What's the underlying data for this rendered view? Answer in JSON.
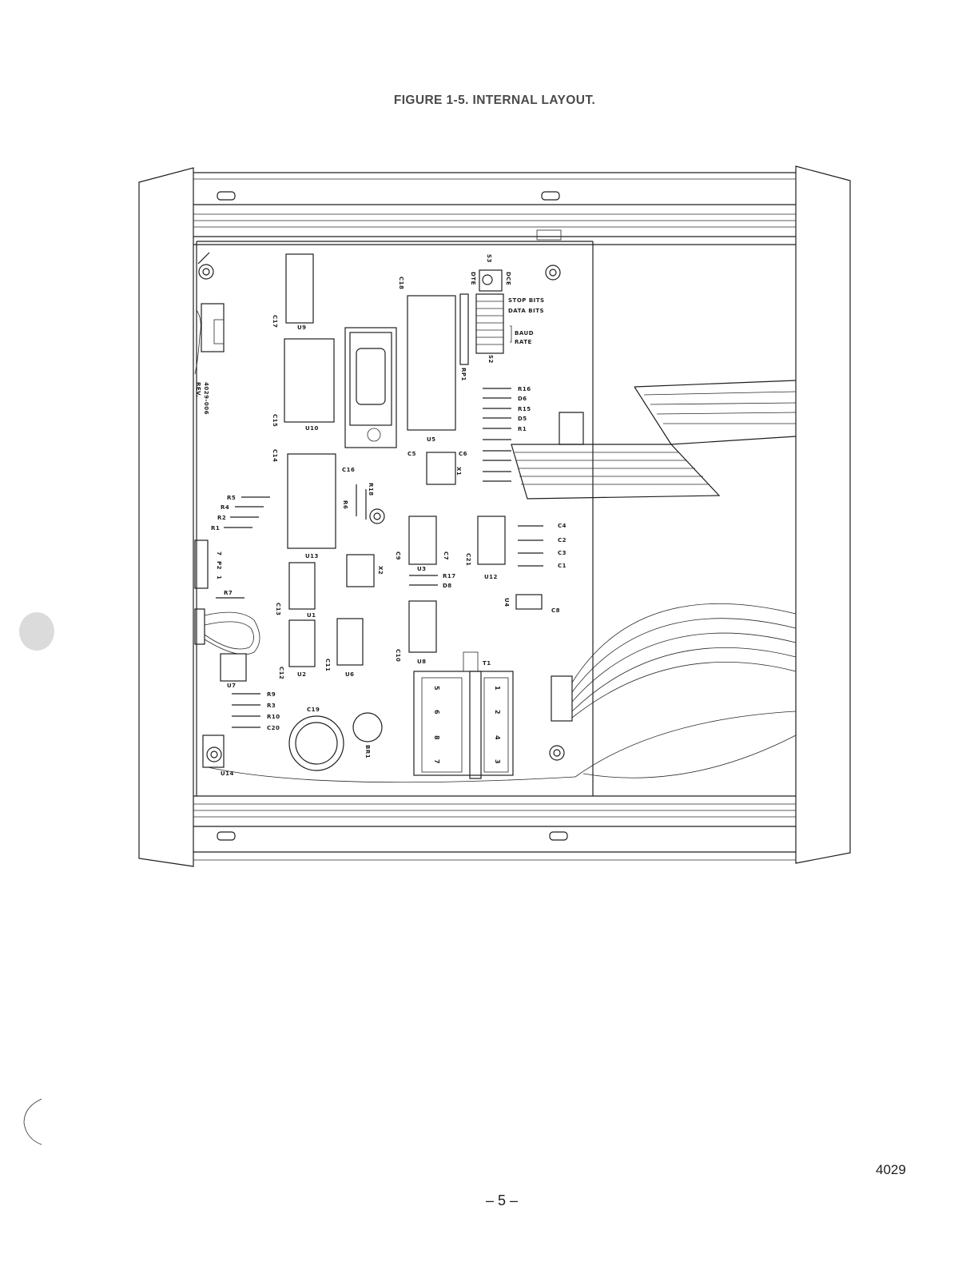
{
  "figure": {
    "title": "FIGURE 1-5. INTERNAL LAYOUT.",
    "board_id": "4029-006",
    "board_rev": "REV.",
    "switch_labels": {
      "s3": "S3",
      "dte": "DTE",
      "dce": "DCE",
      "stop_bits": "STOP BITS",
      "data_bits": "DATA BITS",
      "baud": "BAUD",
      "rate": "RATE",
      "s2": "S2",
      "rp1": "RP1"
    },
    "components": {
      "u9": "U9",
      "u10": "U10",
      "u13": "U13",
      "u1": "U1",
      "u2": "U2",
      "u6": "U6",
      "u7": "U7",
      "u14": "U14",
      "u5": "U5",
      "u3": "U3",
      "u8": "U8",
      "u12": "U12",
      "u4": "U4",
      "c17": "C17",
      "c15": "C15",
      "c14": "C14",
      "c16": "C16",
      "c18": "C18",
      "c5": "C5",
      "c6": "C6",
      "c9": "C9",
      "c7": "C7",
      "c21": "C21",
      "c4": "C4",
      "c2": "C2",
      "c3": "C3",
      "c1": "C1",
      "c13": "C13",
      "c12": "C12",
      "c11": "C11",
      "c10": "C10",
      "c8": "C8",
      "c19": "C19",
      "c20": "C20",
      "r5": "R5",
      "r4": "R4",
      "r2": "R2",
      "r1": "R1",
      "r7": "R7",
      "r9": "R9",
      "r3": "R3",
      "r10": "R10",
      "r6": "R6",
      "r18": "R18",
      "r17": "R17",
      "r16": "R16",
      "r15": "R15",
      "r14": "R1",
      "d6": "D6",
      "d5": "D5",
      "d8": "D8",
      "x1": "X1",
      "x2": "X2",
      "t1": "T1",
      "br1": "BR1",
      "p2": "P2",
      "pin7": "7",
      "pin1": "1",
      "t1_pins": [
        "5",
        "6",
        "8",
        "7",
        "1",
        "2",
        "4",
        "3"
      ]
    }
  },
  "footer": {
    "doc_code": "4029",
    "page_number": "– 5 –"
  }
}
